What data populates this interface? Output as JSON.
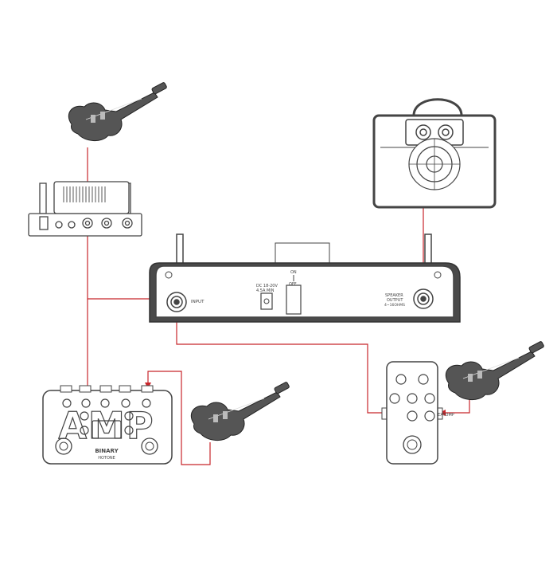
{
  "colors": {
    "cable_red": "#c8262b",
    "device_outline": "#444444",
    "device_fill": "#ffffff",
    "guitar_fill": "#555555"
  },
  "labels": {
    "input": "INPUT",
    "dc_line1": "DC 18-20V",
    "dc_line2": "4.5A MIN",
    "power_on": "ON",
    "power_off": "OFF",
    "speaker_line1": "SPEAKER",
    "speaker_line2": "OUTPUT",
    "speaker_line3": "4~16OHMS",
    "amp_text": "AMP",
    "binary_text": "BINARY",
    "brand_text": "HOTONE",
    "pedal_brand": "EXTOMP"
  },
  "icons": {
    "guitar": "guitar-icon",
    "cabinet": "speaker-cabinet-icon",
    "power_amp": "power-amp-icon",
    "mini_head": "mini-amp-head-icon",
    "amp_pedal": "amp-pedal-icon",
    "stomp_pedal": "stomp-pedal-icon"
  }
}
